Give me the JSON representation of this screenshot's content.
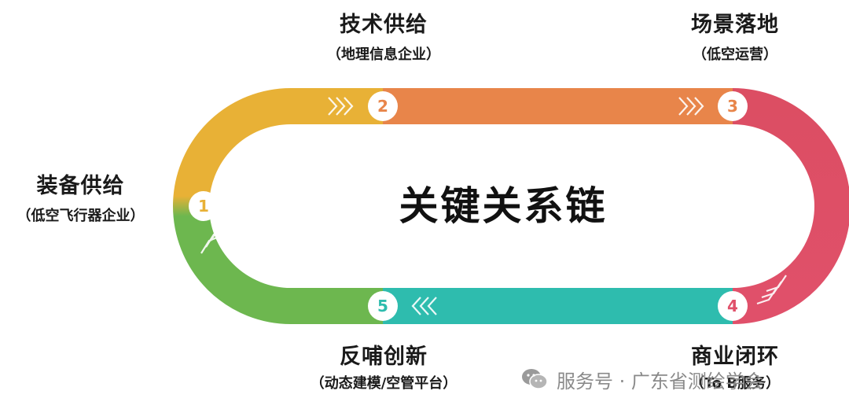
{
  "title": "关键关系链",
  "nodes": [
    {
      "num": "1",
      "title": "装备供给",
      "subtitle": "（低空飞行器企业）",
      "color": "#e8b136"
    },
    {
      "num": "2",
      "title": "技术供给",
      "subtitle": "（地理信息企业）",
      "color": "#e8854a"
    },
    {
      "num": "3",
      "title": "场景落地",
      "subtitle": "（低空运营）",
      "color": "#dc4e63"
    },
    {
      "num": "4",
      "title": "商业闭环",
      "subtitle": "（To B服务）",
      "color": "#e0506a"
    },
    {
      "num": "5",
      "title": "反哺创新",
      "subtitle": "（动态建模/空管平台）",
      "color": "#2ebcae"
    }
  ],
  "colors": {
    "yellow": "#e8b136",
    "orange": "#e8854a",
    "red": "#dc4e63",
    "teal": "#2ebcae",
    "green": "#6db74f"
  },
  "watermark": {
    "text": "服务号 · 广东省测绘学会",
    "icon": "wechat-icon"
  }
}
